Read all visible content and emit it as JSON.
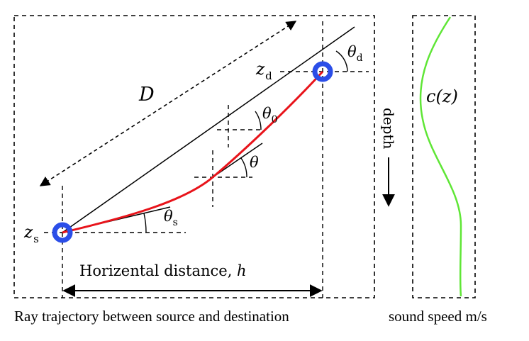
{
  "labels": {
    "distance": "D",
    "z_dest": "z",
    "z_dest_sub": "d",
    "z_src": "z",
    "z_src_sub": "s",
    "theta_d": "θ",
    "theta_d_sub": "d",
    "theta_0": "θ",
    "theta_0_sub": "0",
    "theta": "θ",
    "theta_s": "θ",
    "theta_s_sub": "s",
    "horizontal_text": "Horizental distance, ",
    "horizontal_var": "h",
    "depth": "depth",
    "sound_speed_fn": "c(z)"
  },
  "captions": {
    "left": "Ray trajectory between source and destination",
    "right": "sound speed m/s"
  },
  "colors": {
    "ray": "#e8141b",
    "node": "#2b4ee8",
    "sound_speed_curve": "#5fe636"
  }
}
